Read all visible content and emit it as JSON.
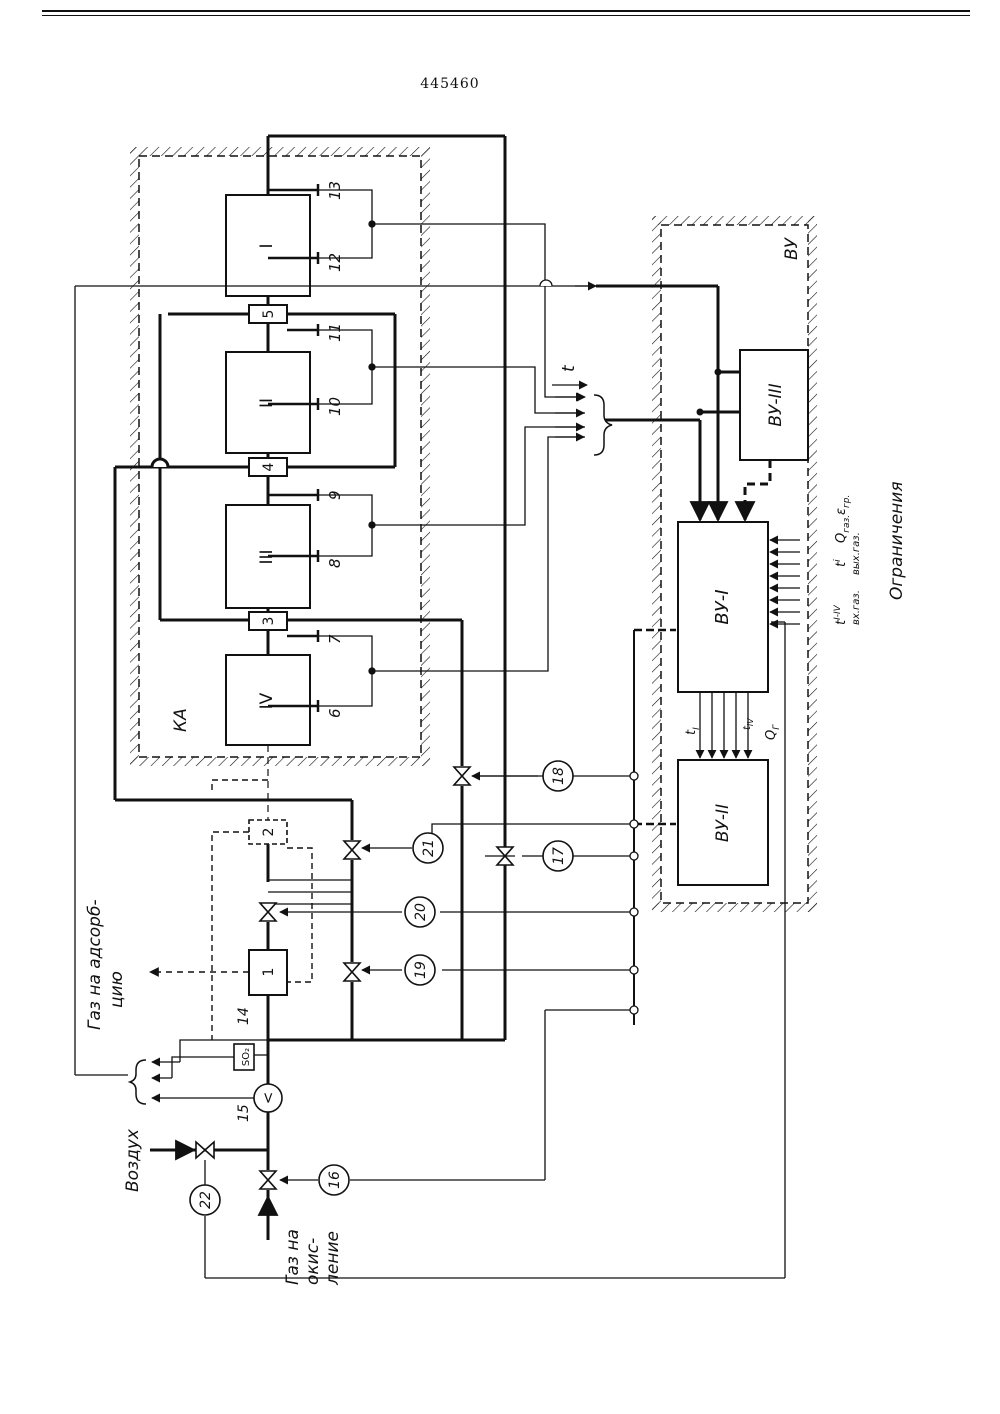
{
  "page_number": "445460",
  "regions": {
    "reactor_region": "КА",
    "control_region": "ВУ"
  },
  "reactor_stages": [
    "I",
    "II",
    "III",
    "IV"
  ],
  "heat_exchangers": [
    "1",
    "2",
    "3",
    "4",
    "5"
  ],
  "thermocouples": [
    "6",
    "7",
    "8",
    "9",
    "10",
    "11",
    "12",
    "13"
  ],
  "sensors": {
    "so2": "SO₂",
    "so2_num": "14",
    "flow": "15",
    "flow_symbol": "<"
  },
  "regulators": [
    "16",
    "17",
    "18",
    "19",
    "20",
    "21",
    "22"
  ],
  "computer_units": {
    "vu1": "ВУ-I",
    "vu2": "ВУ-II",
    "vu3": "ВУ-III"
  },
  "signals": {
    "t_arrow": "t",
    "t_first": "t",
    "t_first_sub": "I",
    "t_last": "t",
    "t_last_sub": "IV",
    "qg": "Q",
    "qg_sub": "Г"
  },
  "constraints": {
    "label": "Ограничения",
    "t_range": "t",
    "t_range_sup": "I-IV",
    "t_range_sub": "вх.газ.",
    "t_i": "t",
    "t_i_sup": "i",
    "t_i_sub": "вых.газ.",
    "q_gas": "Q",
    "q_gas_sub": "газ.",
    "eps": "ε",
    "eps_sub": "гр."
  },
  "flows": {
    "gas_to_adsorption_1": "Газ на адсорб-",
    "gas_to_adsorption_2": "цию",
    "air": "Воздух",
    "gas_to_oxidation_1": "Газ на",
    "gas_to_oxidation_2": "окис-",
    "gas_to_oxidation_3": "ление"
  }
}
